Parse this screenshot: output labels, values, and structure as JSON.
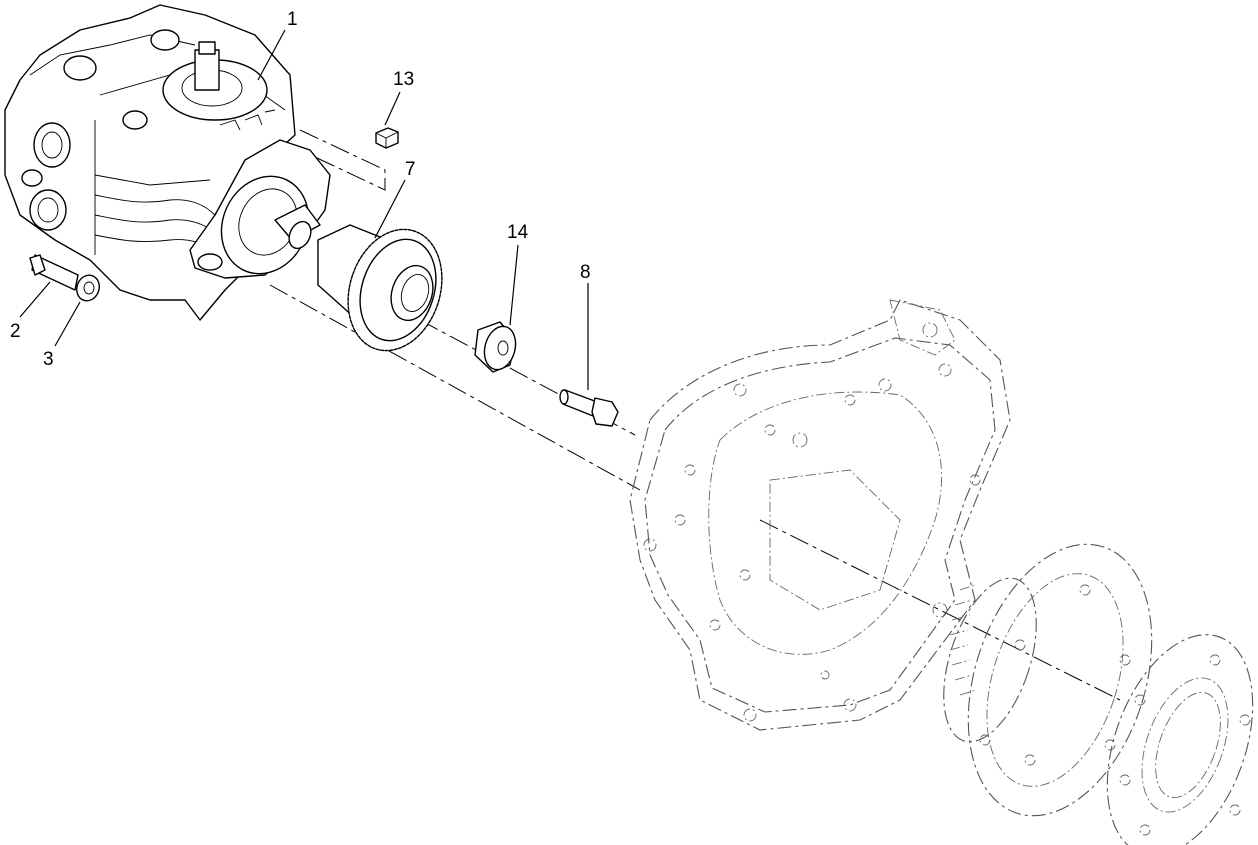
{
  "callouts": {
    "c1": "1",
    "c2": "2",
    "c3": "3",
    "c7": "7",
    "c8": "8",
    "c13": "13",
    "c14": "14"
  }
}
